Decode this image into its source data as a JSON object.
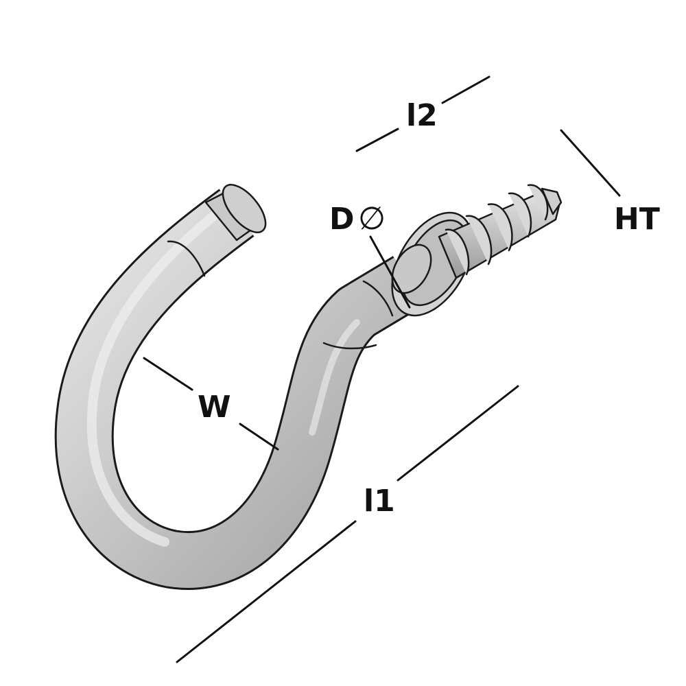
{
  "labels": {
    "l2": "l2",
    "diameter": "D",
    "diameter_symbol": "∅",
    "ht": "HT",
    "w": "W",
    "l1": "l1"
  },
  "colors": {
    "metal": "#c7c7c7",
    "metal_dark": "#9c9c9c",
    "metal_light": "#e6e6e6",
    "outline": "#1a1a1a",
    "dimension": "#111111"
  }
}
